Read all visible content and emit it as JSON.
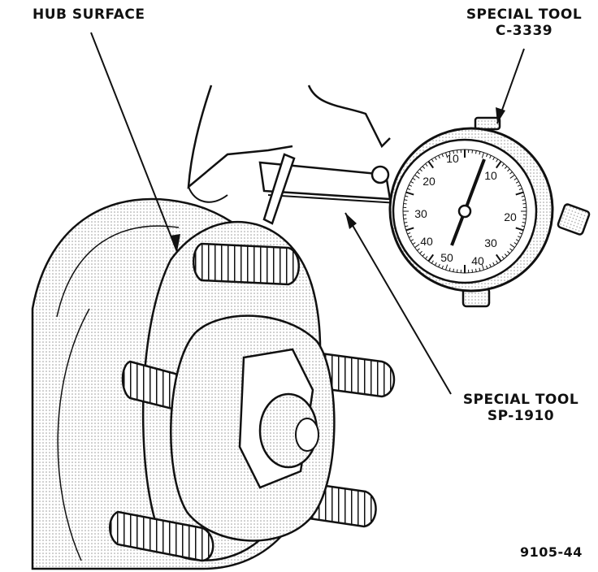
{
  "labels": {
    "hub_surface": "HUB SURFACE",
    "tool_c3339_line1": "SPECIAL TOOL",
    "tool_c3339_line2": "C-3339",
    "tool_sp1910_line1": "SPECIAL TOOL",
    "tool_sp1910_line2": "SP-1910",
    "figure_number": "9105-44"
  },
  "dial": {
    "tick_labels": [
      "10",
      "10",
      "20",
      "20",
      "30",
      "30",
      "40",
      "40",
      "50"
    ]
  },
  "colors": {
    "ink": "#111111",
    "paper": "#ffffff",
    "shade": "#cfcfcf"
  }
}
